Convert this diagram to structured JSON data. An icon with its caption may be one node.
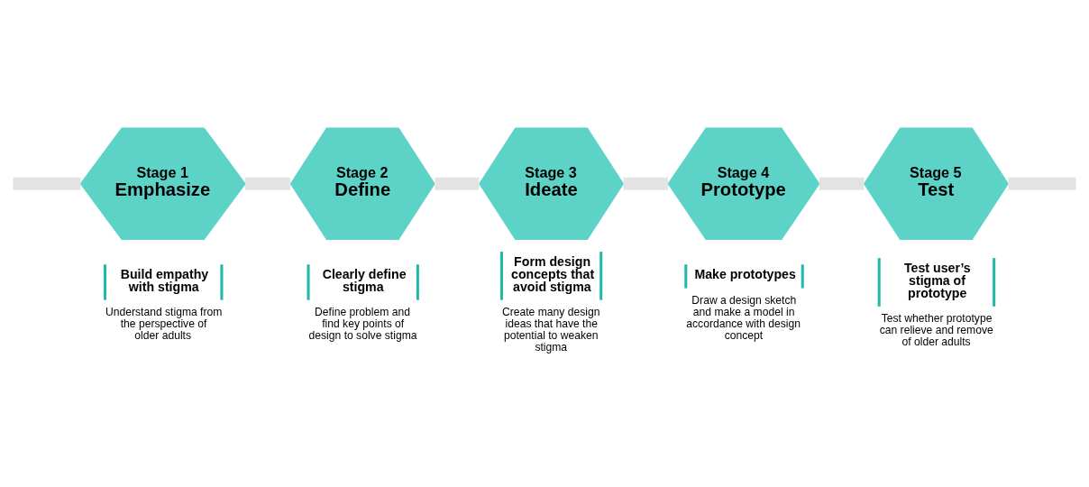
{
  "diagram": {
    "nodes": [
      {
        "text": [
          "Stage 1",
          "Emphasize"
        ],
        "beside": [
          "Build empathy with stigma",
          "Understand stigma from the perspective of older adults"
        ]
      },
      {
        "text": [
          "Stage 2",
          "Define"
        ],
        "beside": [
          "Clearly define stigma",
          "Define problem and find key points of design to solve stigma"
        ]
      },
      {
        "text": [
          "Stage 3",
          "Ideate"
        ],
        "beside": [
          "Form design concepts that avoid stigma",
          "Create many design ideas that have the potential to weaken stigma"
        ]
      },
      {
        "text": [
          "Stage 4",
          "Prototype"
        ],
        "beside": [
          "Make prototypes",
          "Draw a design sketch and make a model in accordance with design concept"
        ]
      },
      {
        "text": [
          "Stage 5",
          "Test"
        ],
        "beside": [
          "Test user’s stigma of prototype",
          "Test whether prototype can relieve and remove of older adults"
        ]
      }
    ],
    "edges": [
      {
        "from": null,
        "to": 0,
        "arrow": "none"
      },
      {
        "from": 0,
        "to": 1,
        "arrow": "none"
      },
      {
        "from": 1,
        "to": 2,
        "arrow": "none"
      },
      {
        "from": 2,
        "to": 3,
        "arrow": "none"
      },
      {
        "from": 3,
        "to": 4,
        "arrow": "none"
      },
      {
        "from": 4,
        "to": null,
        "arrow": "none"
      }
    ]
  }
}
